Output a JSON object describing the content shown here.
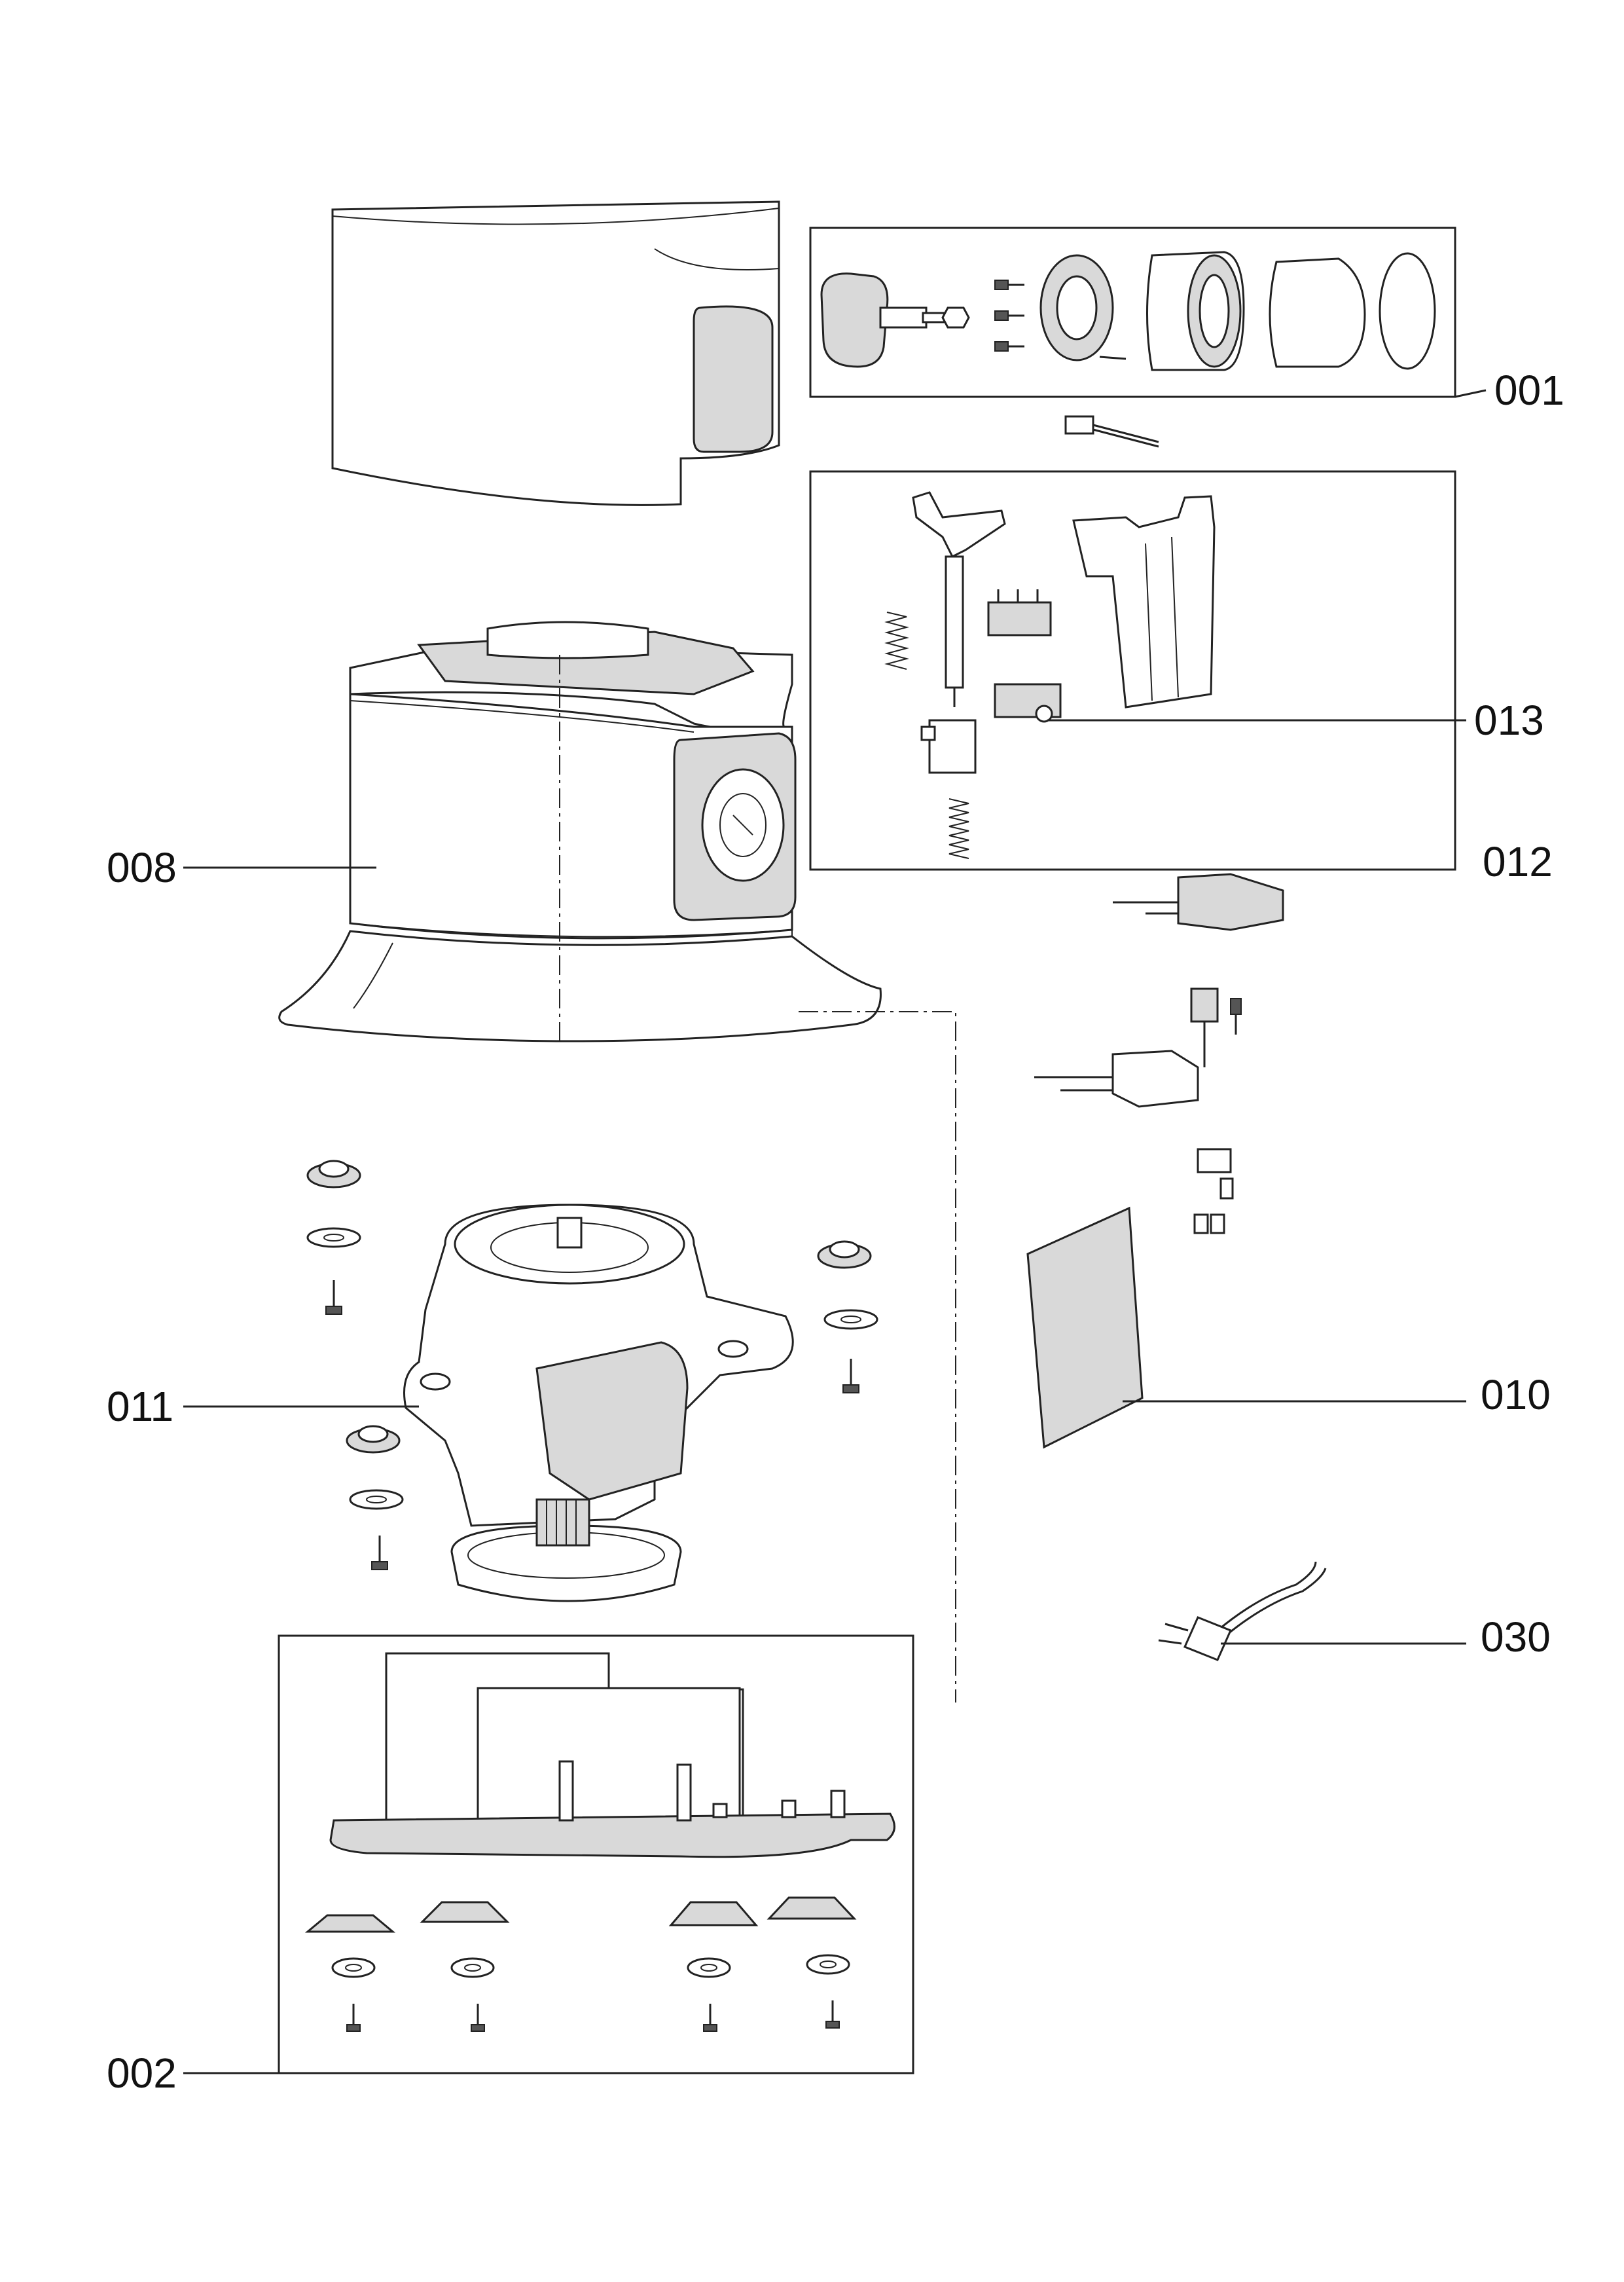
{
  "labels": {
    "l001": "001",
    "l013": "013",
    "l012": "012",
    "l008": "008",
    "l011": "011",
    "l010": "010",
    "l030": "030",
    "l002": "002"
  }
}
